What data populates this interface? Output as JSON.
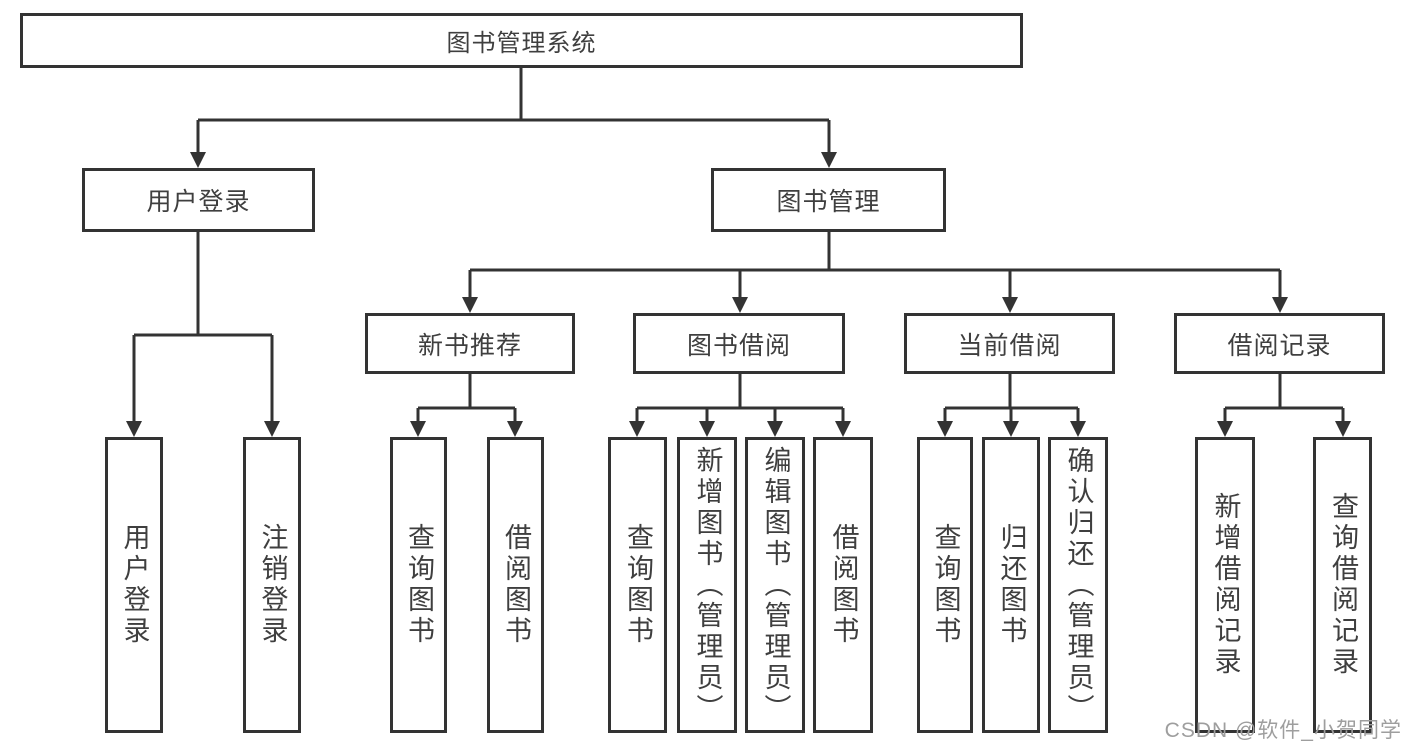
{
  "colors": {
    "line": "#333333",
    "text": "#3f3f3f",
    "watermark_text_color": "#9e9e9e",
    "background": "#ffffff"
  },
  "watermark": "CSDN @软件_小贺同学",
  "nodes": {
    "root": "图书管理系统",
    "user_login": "用户登录",
    "book_mgmt": "图书管理",
    "leaf_user_login": "用户登录",
    "leaf_logout": "注销登录",
    "new_book_rec": "新书推荐",
    "book_borrow": "图书借阅",
    "current_borrow": "当前借阅",
    "borrow_records": "借阅记录",
    "nbr_query_books": "查询图书",
    "nbr_borrow_books": "借阅图书",
    "bb_query_books": "查询图书",
    "bb_add_books": "新增图书（管理员）",
    "bb_edit_books": "编辑图书（管理员）",
    "bb_borrow_books": "借阅图书",
    "cb_query_books": "查询图书",
    "cb_return_books": "归还图书",
    "cb_confirm_return": "确认归还（管理员）",
    "br_add_record": "新增借阅记录",
    "br_query_record": "查询借阅记录"
  }
}
